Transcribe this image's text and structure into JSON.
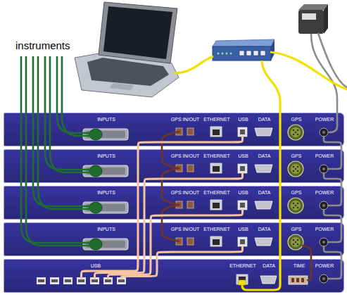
{
  "diagram": {
    "nodes": [
      {
        "text": [
          "INPUTS",
          "GPS IN/OUT",
          "ETHERNET",
          "USB",
          "DATA",
          "GPS",
          "POWER"
        ]
      },
      {
        "text": [
          "INPUTS",
          "GPS IN/OUT",
          "ETHERNET",
          "USB",
          "DATA",
          "GPS",
          "POWER"
        ]
      },
      {
        "text": [
          "INPUTS",
          "GPS IN/OUT",
          "ETHERNET",
          "USB",
          "DATA",
          "GPS",
          "POWER"
        ]
      },
      {
        "text": [
          "INPUTS",
          "GPS IN/OUT",
          "ETHERNET",
          "USB",
          "DATA",
          "GPS",
          "POWER"
        ]
      },
      {
        "text": [
          "USB",
          "ETHERNET",
          "DATA",
          "TIME",
          "POWER"
        ]
      }
    ],
    "edges": [
      {
        "from": 0,
        "to": 1,
        "arrow": "none"
      },
      {
        "from": 1,
        "to": 2,
        "arrow": "none"
      },
      {
        "from": 2,
        "to": 3,
        "arrow": "none"
      },
      {
        "from": 0,
        "to": 4,
        "arrow": "none"
      },
      {
        "from": 1,
        "to": 4,
        "arrow": "none"
      },
      {
        "from": 2,
        "to": 4,
        "arrow": "none"
      },
      {
        "from": 3,
        "to": 4,
        "arrow": "none"
      },
      {
        "from": 3,
        "to": 4,
        "arrow": "none"
      },
      {
        "from": 0,
        "to": 1,
        "arrow": "none"
      },
      {
        "from": 1,
        "to": 2,
        "arrow": "none"
      },
      {
        "from": 2,
        "to": 3,
        "arrow": "none"
      },
      {
        "from": 3,
        "to": 4,
        "arrow": "none"
      }
    ],
    "labels": [
      "instruments"
    ]
  }
}
